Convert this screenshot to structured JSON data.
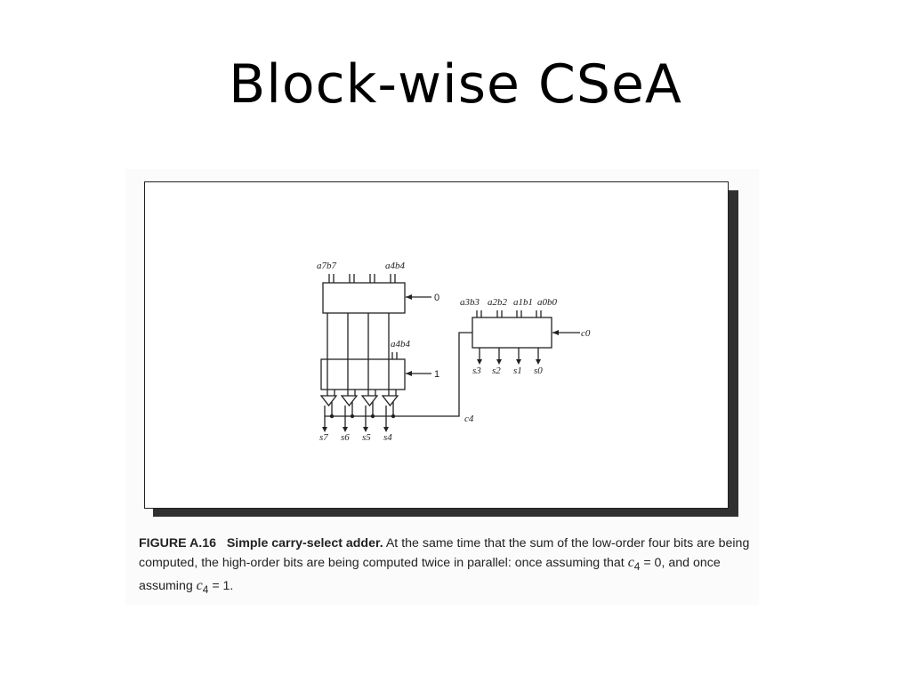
{
  "slide": {
    "title": "Block-wise CSeA"
  },
  "figure": {
    "top_adder": {
      "carry_in": "0",
      "input_left": "a7b7",
      "input_right": "a4b4"
    },
    "bottom_adder": {
      "carry_in": "1",
      "input_right": "a4b4"
    },
    "low_adder": {
      "inputs": [
        "a3b3",
        "a2b2",
        "a1b1",
        "a0b0"
      ],
      "carry_in": "c0",
      "outputs": [
        "s3",
        "s2",
        "s1",
        "s0"
      ]
    },
    "carry_signal": "c4",
    "high_outputs": [
      "s7",
      "s6",
      "s5",
      "s4"
    ]
  },
  "caption": {
    "label": "FIGURE A.16",
    "title": "Simple carry-select adder.",
    "text_part1": " At the same time that the sum of the low-order four bits are being computed, the high-order bits are being computed twice in parallel:  once assuming that ",
    "c4_a": "c",
    "c4_a_sub": "4",
    "text_part2": " = 0, and once assuming ",
    "c4_b": "c",
    "c4_b_sub": "4",
    "text_part3": " = 1."
  }
}
